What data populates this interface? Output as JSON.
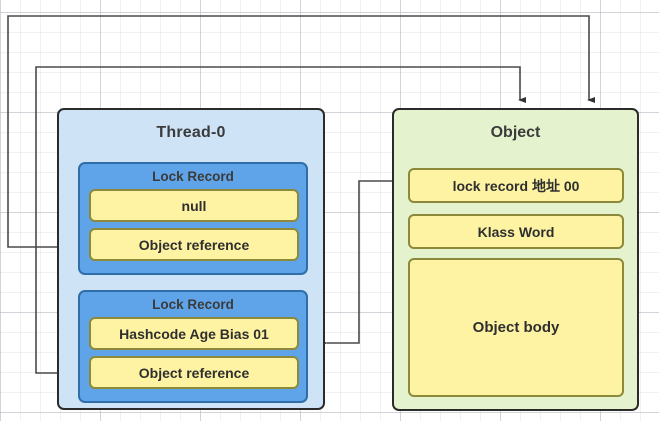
{
  "diagram": {
    "title_semantic": "java-object-lock-record-diagram",
    "colors": {
      "thread_fill": "#cfe3f7",
      "lock_record_fill": "#5fa4e8",
      "slot_fill": "#fdf3a3",
      "object_fill": "#e4f2cd",
      "border_dark": "#2b2b2b",
      "connector": "#555555"
    },
    "thread": {
      "title": "Thread-0",
      "lock_records": [
        {
          "title": "Lock Record",
          "mark_word": "null",
          "object_reference": "Object reference"
        },
        {
          "title": "Lock Record",
          "mark_word": "Hashcode Age Bias 01",
          "object_reference": "Object reference"
        }
      ]
    },
    "object": {
      "title": "Object",
      "rows": [
        "lock record 地址 00",
        "Klass Word",
        "Object body"
      ]
    },
    "connectors": [
      {
        "name": "objref-1-to-object",
        "from": "Lock Record 1 Object reference",
        "to": "Object box top"
      },
      {
        "name": "objref-2-to-object",
        "from": "Lock Record 2 Object reference",
        "to": "Object box top"
      },
      {
        "name": "markword-to-lockrecord-2",
        "from": "Object lock record 地址 00",
        "to": "Lock Record 2 mark word"
      }
    ]
  }
}
